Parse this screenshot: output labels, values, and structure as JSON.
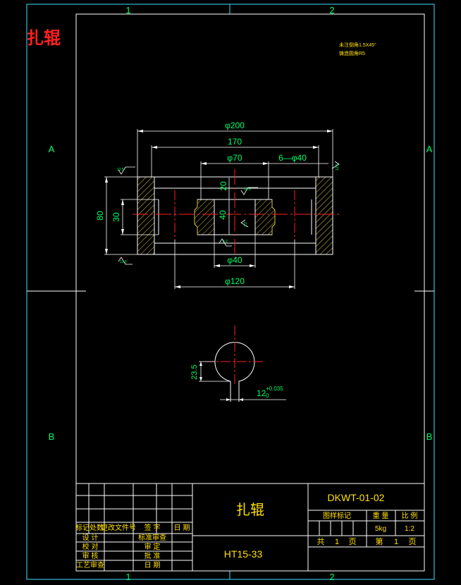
{
  "drawing": {
    "title_red": "扎辊",
    "border": {
      "top_zones": [
        "1",
        "2"
      ],
      "bottom_zones": [
        "1",
        "2"
      ],
      "left_rows": [
        "A",
        "B"
      ],
      "right_rows": [
        "A",
        "B"
      ]
    },
    "tech_notes": [
      "未注倒角1.5X45°",
      "铸造圆角R5"
    ],
    "dimensions": {
      "d200": "φ200",
      "l170": "170",
      "d70": "φ70",
      "holes": "6—φ40",
      "h20": "20",
      "h80": "80",
      "h30": "30",
      "h40": "40",
      "d40": "φ40",
      "d120": "φ120",
      "h23_5": "23.5",
      "w12": "12",
      "tol_upper": "+0.035",
      "tol_lower": "0"
    },
    "roughness": {
      "r1": "12.5",
      "r2": "12.5",
      "r3": "12.5",
      "r4": "12.5",
      "r5": "3.2",
      "r6": "3.2"
    }
  },
  "title_block": {
    "part_name": "扎辊",
    "drawing_number": "DKWT-01-02",
    "material": "HT15-33",
    "headers": {
      "stage_mark": "图样标记",
      "weight": "重 量",
      "scale": "比 例"
    },
    "weight_value": "5kg",
    "scale_value": "1:2",
    "sheets": {
      "total_prefix": "共",
      "total_num": "1",
      "total_unit": "页",
      "index_prefix": "第",
      "index_num": "1",
      "index_unit": "页"
    },
    "revision_headers": {
      "mark": "标记",
      "count": "处数",
      "doc": "更改文件号",
      "sign": "签 字",
      "date": "日 期"
    },
    "roles_left": [
      "设 计",
      "校 对",
      "审 核",
      "工艺审查"
    ],
    "roles_right": [
      "标准审查",
      "审 定",
      "批 准",
      "日 期"
    ]
  }
}
